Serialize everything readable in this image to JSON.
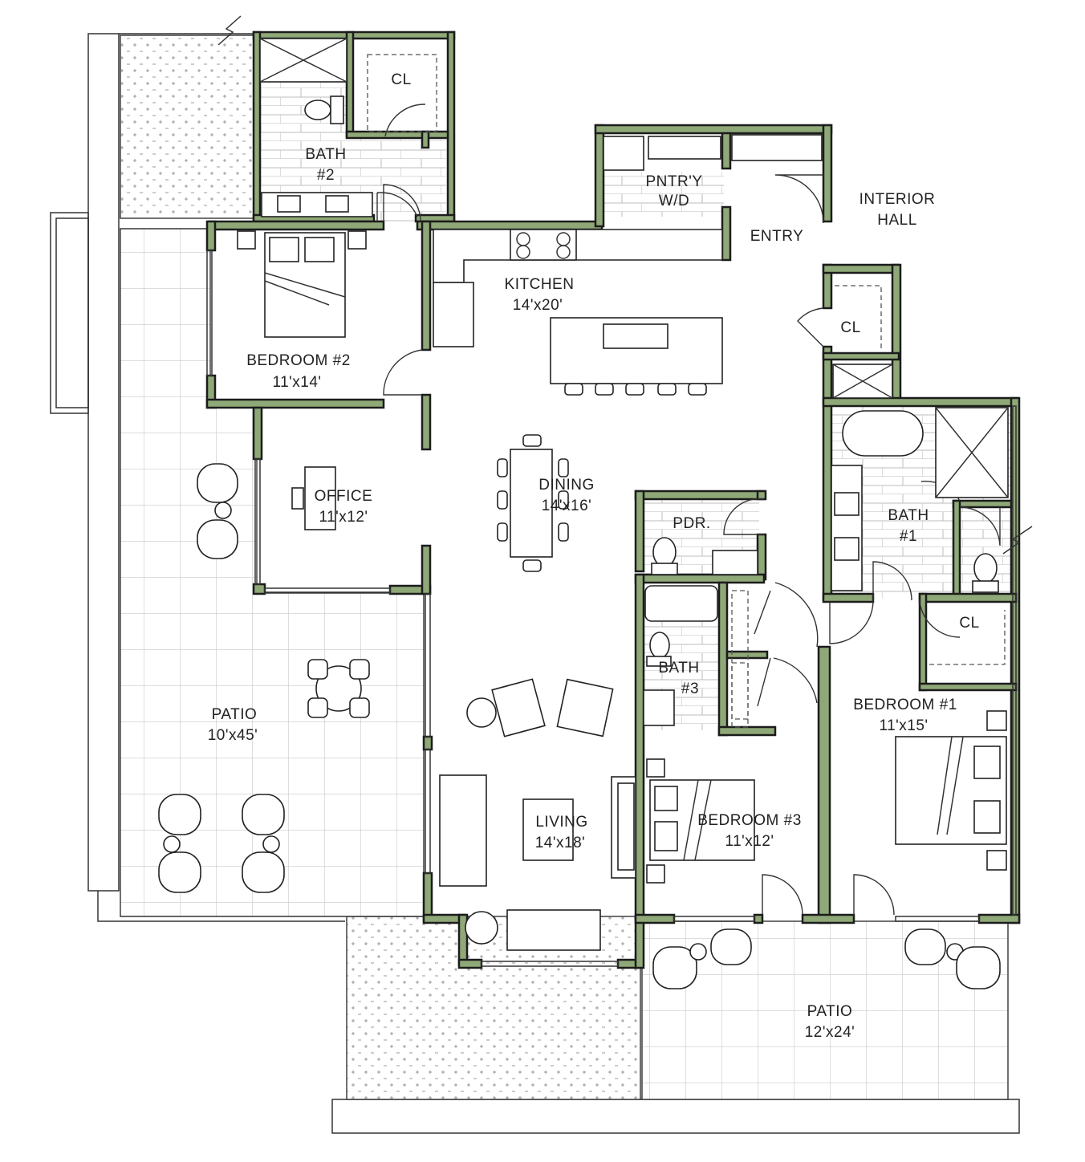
{
  "rooms": {
    "bath2": {
      "name": "BATH",
      "size": "#2"
    },
    "cl_top": {
      "name": "CL"
    },
    "pantry": {
      "name": "PNTR'Y",
      "size": "W/D"
    },
    "hall": {
      "name": "INTERIOR",
      "size": "HALL"
    },
    "entry": {
      "name": "ENTRY"
    },
    "kitchen": {
      "name": "KITCHEN",
      "size": "14'x20'"
    },
    "cl_entry": {
      "name": "CL"
    },
    "bedroom2": {
      "name": "BEDROOM #2",
      "size": "11'x14'"
    },
    "office": {
      "name": "OFFICE",
      "size": "11'x12'"
    },
    "dining": {
      "name": "DINING",
      "size": "14'x16'"
    },
    "pdr": {
      "name": "PDR."
    },
    "bath1": {
      "name": "BATH",
      "size": "#1"
    },
    "bath3": {
      "name": "BATH",
      "size": "#3"
    },
    "cl_bed1": {
      "name": "CL"
    },
    "patio_w": {
      "name": "PATIO",
      "size": "10'x45'"
    },
    "bedroom1": {
      "name": "BEDROOM #1",
      "size": "11'x15'"
    },
    "living": {
      "name": "LIVING",
      "size": "14'x18'"
    },
    "bedroom3": {
      "name": "BEDROOM #3",
      "size": "11'x12'"
    },
    "patio_s": {
      "name": "PATIO",
      "size": "12'x24'"
    }
  },
  "colors": {
    "wall_fill": "#8fa877",
    "wall_stroke": "#1c1c1c",
    "patio_grid": "#c9c9c9",
    "planter_dot": "#9a9a9a",
    "tile_line": "#bdbdbd"
  }
}
